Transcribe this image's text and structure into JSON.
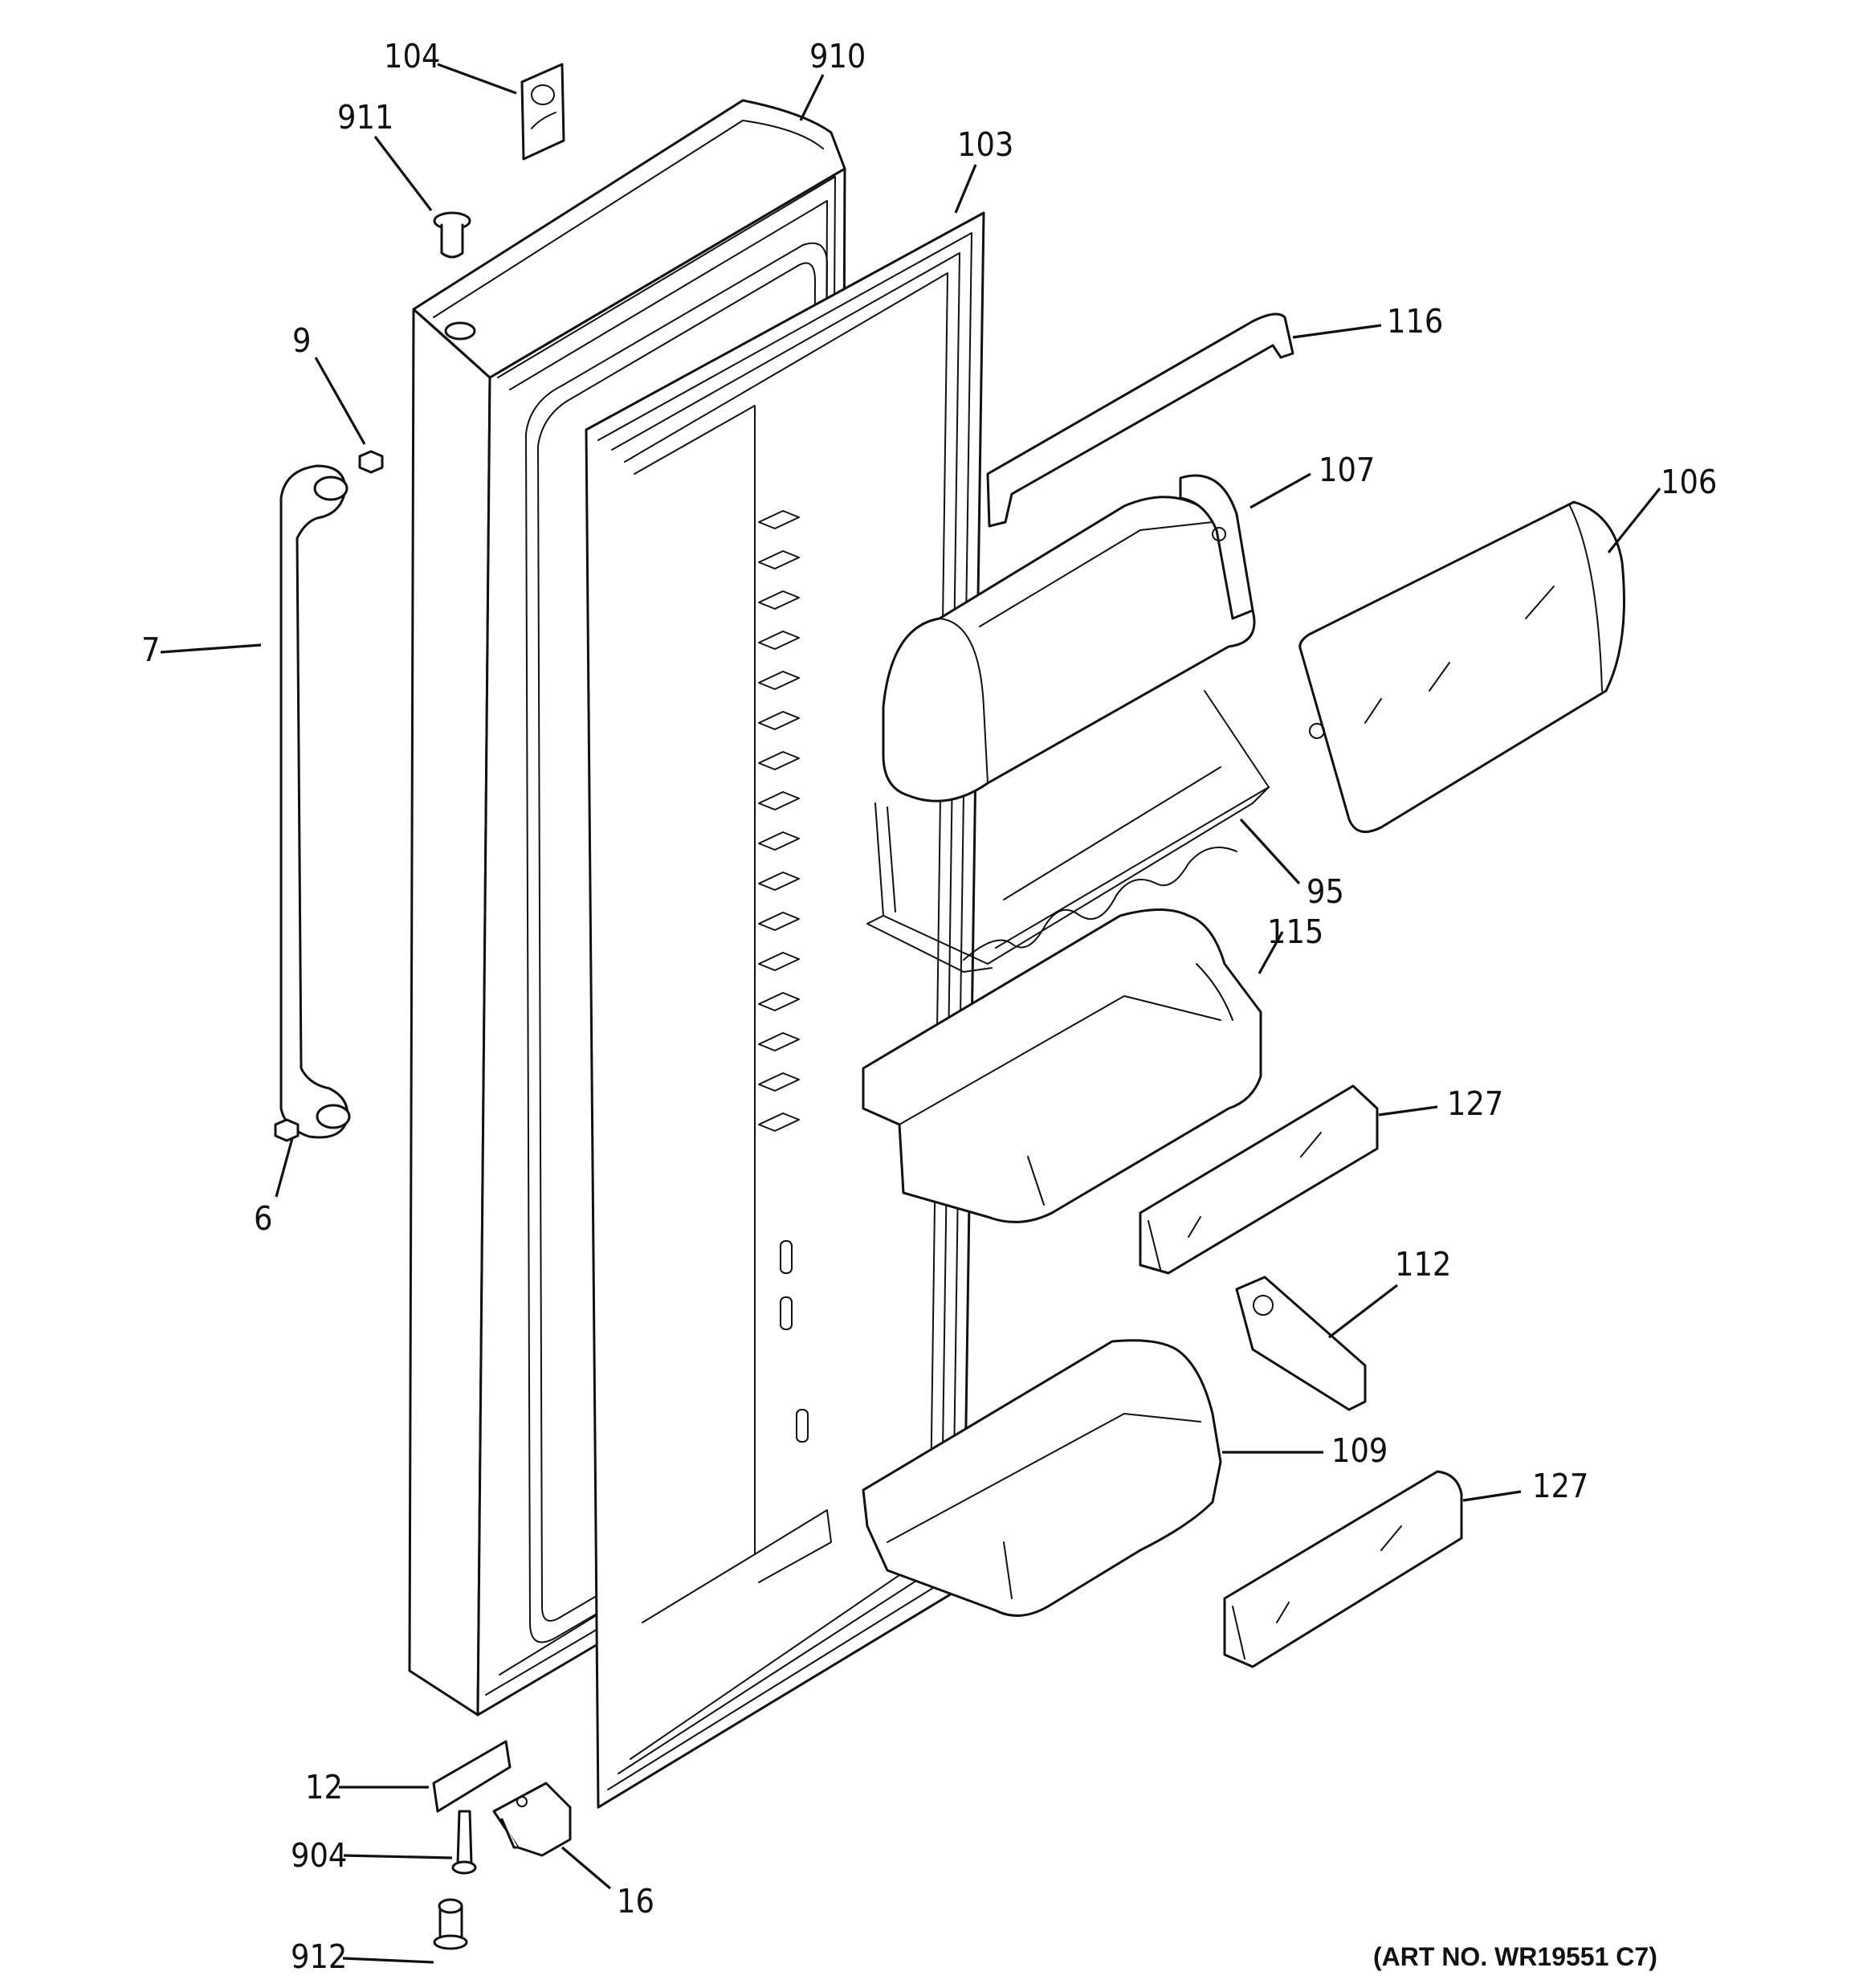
{
  "callouts": {
    "c104": "104",
    "c910": "910",
    "c911": "911",
    "c103": "103",
    "c116": "116",
    "c9": "9",
    "c107": "107",
    "c106": "106",
    "c7": "7",
    "c95": "95",
    "c115": "115",
    "c127a": "127",
    "c6": "6",
    "c112": "112",
    "c109": "109",
    "c127b": "127",
    "c12": "12",
    "c904": "904",
    "c16": "16",
    "c912": "912"
  },
  "art_number": "(ART NO. WR19551 C7)"
}
